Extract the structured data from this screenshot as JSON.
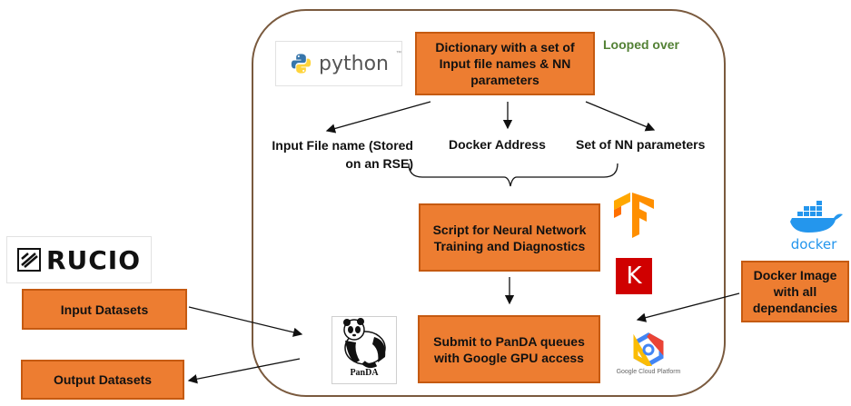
{
  "top_box": {
    "text": "Dictionary with a set of Input file names & NN parameters"
  },
  "looped_label": "Looped over",
  "branches": {
    "input_file": "Input File name (Stored on an RSE)",
    "docker_address": "Docker Address",
    "nn_params": "Set of NN parameters"
  },
  "script_box": "Script for Neural Network Training and Diagnostics",
  "submit_box": "Submit to PanDA queues with Google GPU access",
  "input_datasets": "Input Datasets",
  "output_datasets": "Output Datasets",
  "docker_image": "Docker Image with all dependancies",
  "logos": {
    "python": {
      "word": "python",
      "tm": "™",
      "icon": "python-icon",
      "colors": [
        "#3776ab",
        "#ffd43b"
      ]
    },
    "rucio": {
      "word": "RUCIO",
      "icon": "rucio-icon"
    },
    "panda": {
      "word": "PanDA",
      "icon": "panda-icon"
    },
    "docker": {
      "word": "docker",
      "icon": "docker-whale-icon",
      "color": "#2496ed"
    },
    "gcp": {
      "word": "Google Cloud Platform",
      "icon": "google-cloud-icon"
    },
    "keras": {
      "letter": "K",
      "icon": "keras-icon",
      "color": "#d00000"
    },
    "tensorflow": {
      "icon": "tensorflow-icon",
      "color": "#ff8f00"
    }
  },
  "colors": {
    "box_fill": "#ed7d31",
    "box_border": "#c55a11",
    "frame": "#7a5a3e",
    "looped": "#538135"
  }
}
